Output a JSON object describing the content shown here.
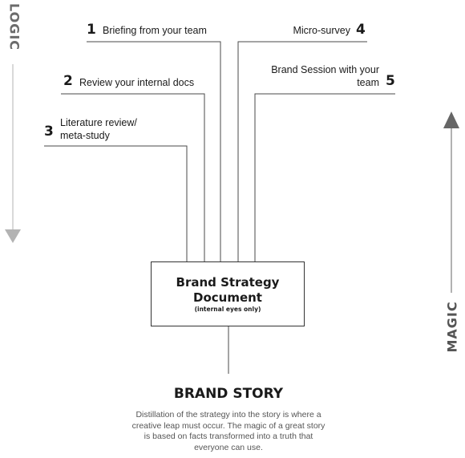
{
  "axis": {
    "top_label": "LOGIC",
    "bottom_label": "MAGIC",
    "arrow_color": "#8a8a8a"
  },
  "inputs": [
    {
      "number": "1",
      "label": "Briefing from your team"
    },
    {
      "number": "2",
      "label": "Review your internal docs"
    },
    {
      "number": "3",
      "label": "Literature review/\nmeta-study"
    },
    {
      "number": "4",
      "label": "Micro-survey"
    },
    {
      "number": "5",
      "label": "Brand Session with your\nteam"
    }
  ],
  "document": {
    "title": "Brand Strategy Document",
    "subtitle": "(internal eyes only)"
  },
  "story": {
    "title": "BRAND STORY",
    "description": "Distillation of the strategy into the story is where a creative leap must occur.  The magic of a great story is based on facts transformed into a truth that everyone can use."
  }
}
